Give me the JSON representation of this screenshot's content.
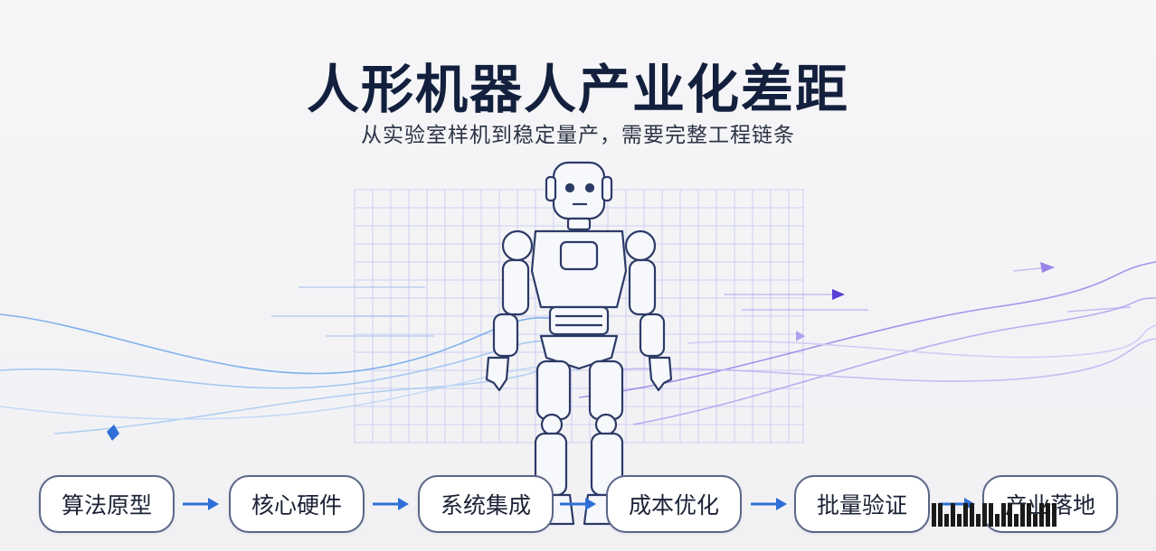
{
  "header": {
    "title": "人形机器人产业化差距",
    "subtitle": "从实验室样机到稳定量产，需要完整工程链条"
  },
  "flow": {
    "steps": [
      "算法原型",
      "核心硬件",
      "系统集成",
      "成本优化",
      "批量验证",
      "产业落地"
    ]
  },
  "colors": {
    "title": "#13203d",
    "step_border": "#5a6688",
    "arrow": "#2f6fd6",
    "wave_left": "#4a90e2",
    "wave_right": "#7b5fe0",
    "grid": "#b9bdf0"
  }
}
